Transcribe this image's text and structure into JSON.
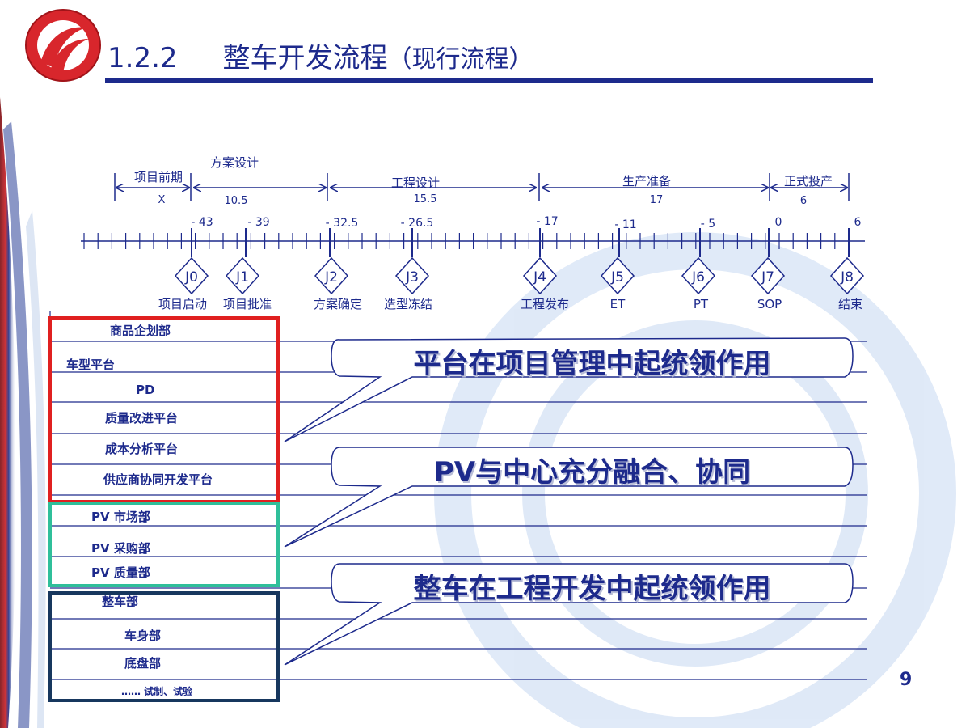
{
  "header": {
    "section_number": "1.2.2",
    "title_main": "整车开发流程",
    "title_suffix": "（现行流程）"
  },
  "timeline": {
    "phases": [
      {
        "name": "项目前期",
        "duration": "X"
      },
      {
        "name": "方案设计",
        "duration": "10.5"
      },
      {
        "name": "工程设计",
        "duration": "15.5"
      },
      {
        "name": "生产准备",
        "duration": "17"
      },
      {
        "name": "正式投产",
        "duration": "6"
      }
    ],
    "ticks": [
      "- 43",
      "- 39",
      "- 32.5",
      "- 26.5",
      "- 17",
      "- 11",
      "- 5",
      "0",
      "6"
    ],
    "gates": [
      {
        "code": "J0",
        "label": "项目启动"
      },
      {
        "code": "J1",
        "label": "项目批准"
      },
      {
        "code": "J2",
        "label": "方案确定"
      },
      {
        "code": "J3",
        "label": "造型冻结"
      },
      {
        "code": "J4",
        "label": "工程发布"
      },
      {
        "code": "J5",
        "label": "ET"
      },
      {
        "code": "J6",
        "label": "PT"
      },
      {
        "code": "J7",
        "label": "SOP"
      },
      {
        "code": "J8",
        "label": "结束"
      }
    ]
  },
  "departments": {
    "platform_group": [
      "商品企划部",
      "车型平台",
      "PD",
      "质量改进平台",
      "成本分析平台",
      "供应商协同开发平台"
    ],
    "pv_group": [
      "PV 市场部",
      "PV 采购部",
      "PV 质量部"
    ],
    "vehicle_group": [
      "整车部",
      "车身部",
      "底盘部",
      "…… 试制、试验"
    ]
  },
  "callouts": [
    "平台在项目管理中起统领作用",
    "PV与中心充分融合、协同",
    "整车在工程开发中起统领作用"
  ],
  "colors": {
    "primary_blue": "#1d2a8c",
    "platform_box": "#e02020",
    "pv_box": "#2fbf9a",
    "vehicle_box": "#17375e",
    "logo_red": "#d8262c"
  },
  "page_number": "9"
}
